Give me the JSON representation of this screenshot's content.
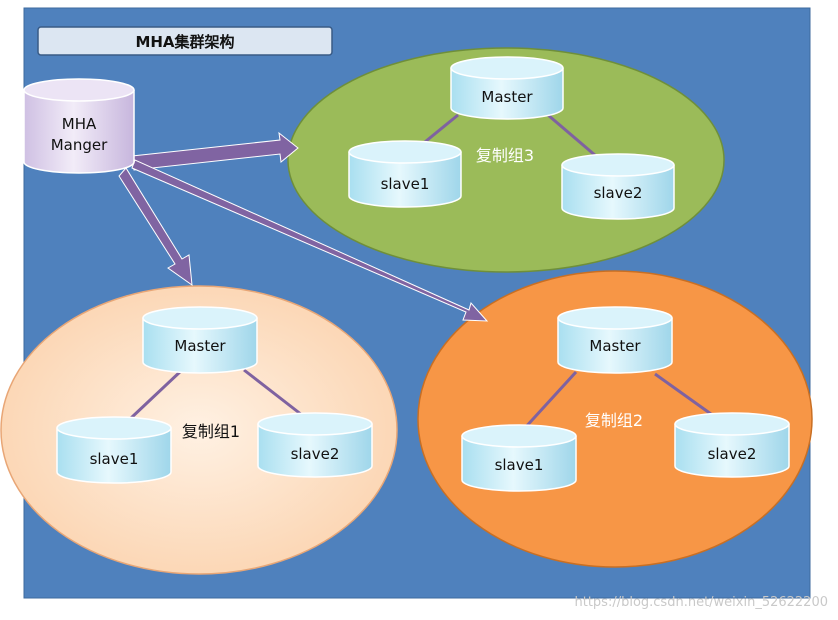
{
  "title": "MHA集群架构",
  "manager": {
    "line1": "MHA",
    "line2": "Manger"
  },
  "groups": [
    {
      "label": "复制组3",
      "master": "Master",
      "slave1": "slave1",
      "slave2": "slave2",
      "color": "#9bbb59"
    },
    {
      "label": "复制组1",
      "master": "Master",
      "slave1": "slave1",
      "slave2": "slave2",
      "color": "#fde0c4"
    },
    {
      "label": "复制组2",
      "master": "Master",
      "slave1": "slave1",
      "slave2": "slave2",
      "color": "#f79646"
    }
  ],
  "watermark": "https://blog.csdn.net/weixin_52622200",
  "colors": {
    "background": "#4f81bd",
    "arrow": "#8064a2",
    "cylinder_fill": "#c6ecf7",
    "manager_fill": "#e4d9f0",
    "connector": "#7f62a0"
  }
}
